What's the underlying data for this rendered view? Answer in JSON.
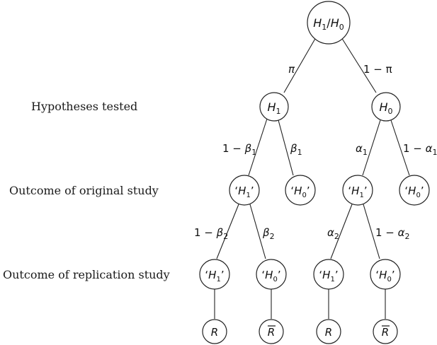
{
  "row_labels": {
    "hypotheses": "Hypotheses tested",
    "original": "Outcome of original study",
    "replication": "Outcome of replication study"
  },
  "nodes": {
    "root": [
      "H",
      "1",
      "/",
      "H",
      "0"
    ],
    "h1": [
      "H",
      "1"
    ],
    "h0": [
      "H",
      "0"
    ],
    "orig_h1_a": [
      "‘",
      "H",
      "1",
      "’"
    ],
    "orig_h0_a": [
      "‘",
      "H",
      "0",
      "’"
    ],
    "orig_h1_b": [
      "‘",
      "H",
      "1",
      "’"
    ],
    "orig_h0_b": [
      "‘",
      "H",
      "0",
      "’"
    ],
    "rep_h1_a": [
      "‘",
      "H",
      "1",
      "’"
    ],
    "rep_h0_a": [
      "‘",
      "H",
      "0",
      "’"
    ],
    "rep_h1_b": [
      "‘",
      "H",
      "1",
      "’"
    ],
    "rep_h0_b": [
      "‘",
      "H",
      "0",
      "’"
    ],
    "r_a": [
      "R"
    ],
    "rbar_a": [
      "R"
    ],
    "r_b": [
      "R"
    ],
    "rbar_b": [
      "R"
    ]
  },
  "edge_labels": {
    "pi": "π",
    "one_minus_pi": "1 − π",
    "one_minus_beta1": [
      "1 − ",
      "β",
      "1"
    ],
    "beta1": [
      "β",
      "1"
    ],
    "alpha1": [
      "α",
      "1"
    ],
    "one_minus_alpha1": [
      "1 − ",
      "α",
      "1"
    ],
    "one_minus_beta2": [
      "1 − ",
      "β",
      "2"
    ],
    "beta2": [
      "β",
      "2"
    ],
    "alpha2": [
      "α",
      "2"
    ],
    "one_minus_alpha2": [
      "1 − ",
      "α",
      "2"
    ]
  },
  "colors": {
    "line": "#222222",
    "text": "#111111",
    "background": "#ffffff"
  }
}
